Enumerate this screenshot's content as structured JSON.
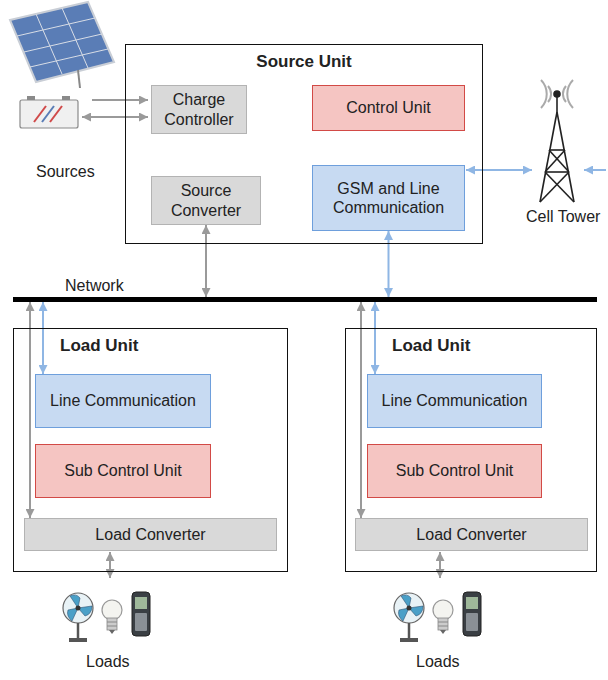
{
  "diagram": {
    "nodes": [
      {
        "text": [
          "Source Unit"
        ]
      },
      {
        "text": [
          "Charge Controller"
        ],
        "in": 0
      },
      {
        "text": [
          "Control Unit"
        ],
        "in": 0
      },
      {
        "text": [
          "Source Converter"
        ],
        "in": 0
      },
      {
        "text": [
          "GSM and Line Communication"
        ],
        "in": 0
      },
      {
        "text": [
          "Network"
        ]
      },
      {
        "text": [
          "Load Unit"
        ]
      },
      {
        "text": [
          "Line Communication"
        ],
        "in": 6
      },
      {
        "text": [
          "Sub Control Unit"
        ],
        "in": 6
      },
      {
        "text": [
          "Load Converter"
        ],
        "in": 6
      },
      {
        "text": [
          "Load Unit"
        ]
      },
      {
        "text": [
          "Line Communication"
        ],
        "in": 10
      },
      {
        "text": [
          "Sub Control Unit"
        ],
        "in": 10
      },
      {
        "text": [
          "Load Converter"
        ],
        "in": 10
      }
    ],
    "edges": [
      {
        "from": 3,
        "to": 5,
        "arrow": "both"
      },
      {
        "from": 4,
        "to": 5,
        "arrow": "both"
      },
      {
        "from": 5,
        "to": 7,
        "arrow": "both"
      },
      {
        "from": 5,
        "to": 9,
        "arrow": "both"
      },
      {
        "from": 5,
        "to": 11,
        "arrow": "both"
      },
      {
        "from": 5,
        "to": 13,
        "arrow": "both"
      }
    ],
    "labels": [
      "Sources",
      "Cell Tower",
      "Loads",
      "Loads"
    ]
  }
}
